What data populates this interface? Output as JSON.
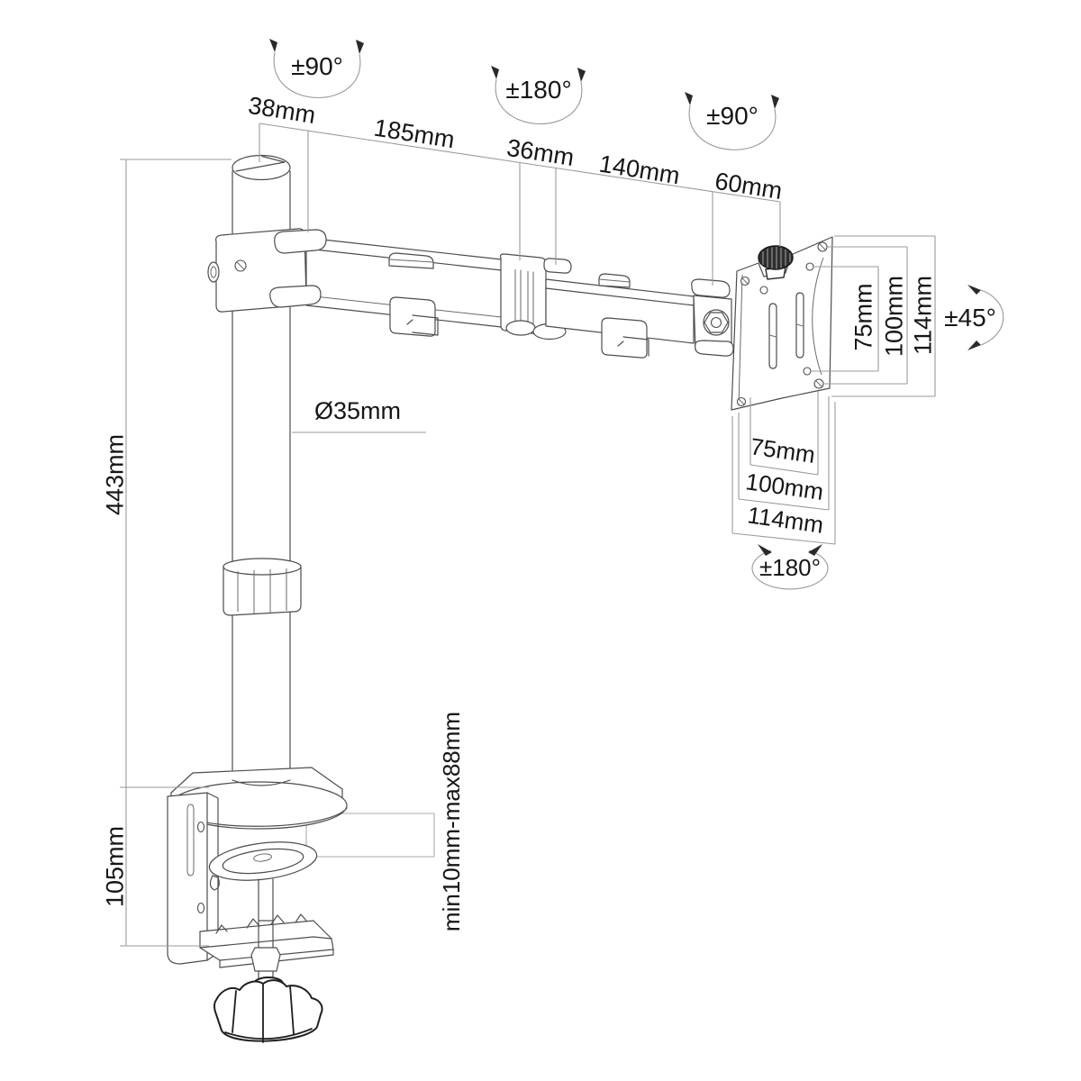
{
  "drawing": {
    "title": "monitor-desk-mount-technical-drawing",
    "colors": {
      "background": "#ffffff",
      "line": "#4d4d4d",
      "dimension": "#9a9a9a",
      "text": "#161616",
      "dark": "#1f1f1f"
    },
    "labels": {
      "rot_pole": "±90°",
      "rot_elbow": "±180°",
      "rot_head": "±90°",
      "tilt": "±45°",
      "rot_vesa": "±180°",
      "dim_pole_top": "38mm",
      "dim_arm_inner": "185mm",
      "dim_elbow": "36mm",
      "dim_arm_outer": "140mm",
      "dim_head": "60mm",
      "vesa_side_75": "75mm",
      "vesa_side_100": "100mm",
      "vesa_side_114": "114mm",
      "vesa_bottom_75": "75mm",
      "vesa_bottom_100": "100mm",
      "vesa_bottom_114": "114mm",
      "pole_diameter": "Ø35mm",
      "pole_height": "443mm",
      "clamp_height": "105mm",
      "desk_thickness_range": "min10mm-max88mm"
    }
  }
}
